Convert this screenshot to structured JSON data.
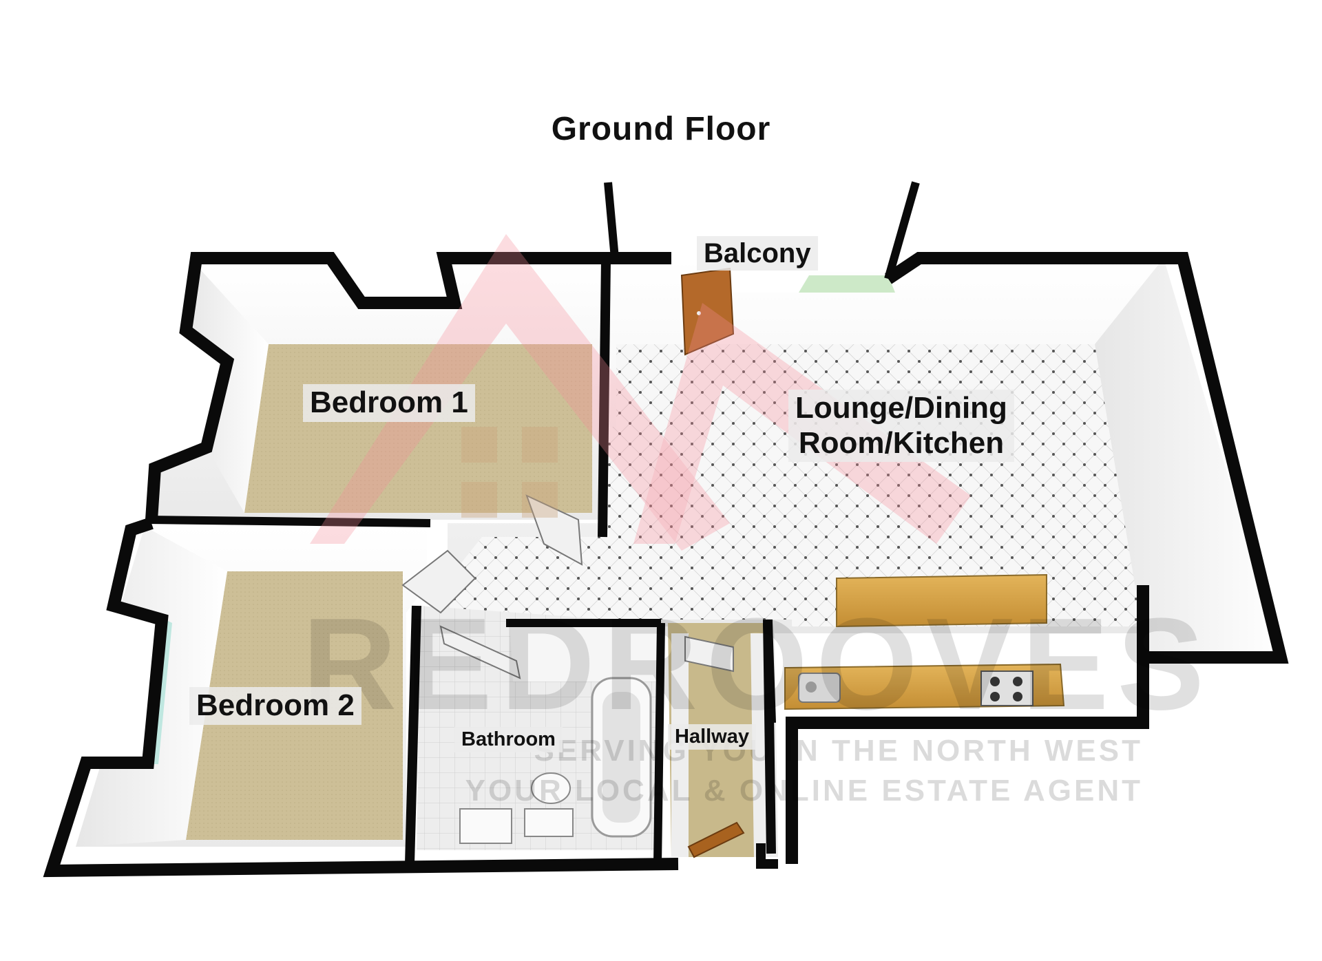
{
  "floor": {
    "title": "Ground Floor"
  },
  "rooms": {
    "balcony": "Balcony",
    "bedroom1": "Bedroom 1",
    "lounge_line1": "Lounge/Dining",
    "lounge_line2": "Room/Kitchen",
    "bedroom2": "Bedroom 2",
    "bathroom": "Bathroom",
    "hallway": "Hallway"
  },
  "watermark": {
    "brand": "REDROOVES",
    "tagline1": "SERVING YOU IN THE NORTH WEST",
    "tagline2": "YOUR LOCAL & ONLINE ESTATE AGENT"
  },
  "colors": {
    "wall": "#0a0a0a",
    "wall_inner": "#f4f4f4",
    "carpet": "#cbbd94",
    "tile_floor": "#f6f6f6",
    "wood": "#d6a64c",
    "door": "#a8621f",
    "window": "#bfe7e0",
    "logo": "#f08a95"
  }
}
